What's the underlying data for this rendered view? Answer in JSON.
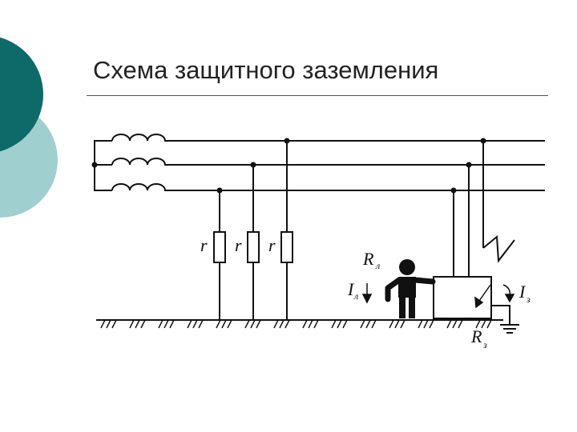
{
  "slide": {
    "title": "Схема защитного заземления",
    "colors": {
      "dark_teal": "#0e6a68",
      "light_teal": "#9fcfcf",
      "line": "#111111"
    }
  },
  "diagram": {
    "resistor_label": "r",
    "body_resistance": {
      "main": "R",
      "sub": "л"
    },
    "body_current": {
      "main": "I",
      "sub": "л"
    },
    "ground_current": {
      "main": "I",
      "sub": "з"
    },
    "ground_resistance": {
      "main": "R",
      "sub": "з"
    }
  }
}
